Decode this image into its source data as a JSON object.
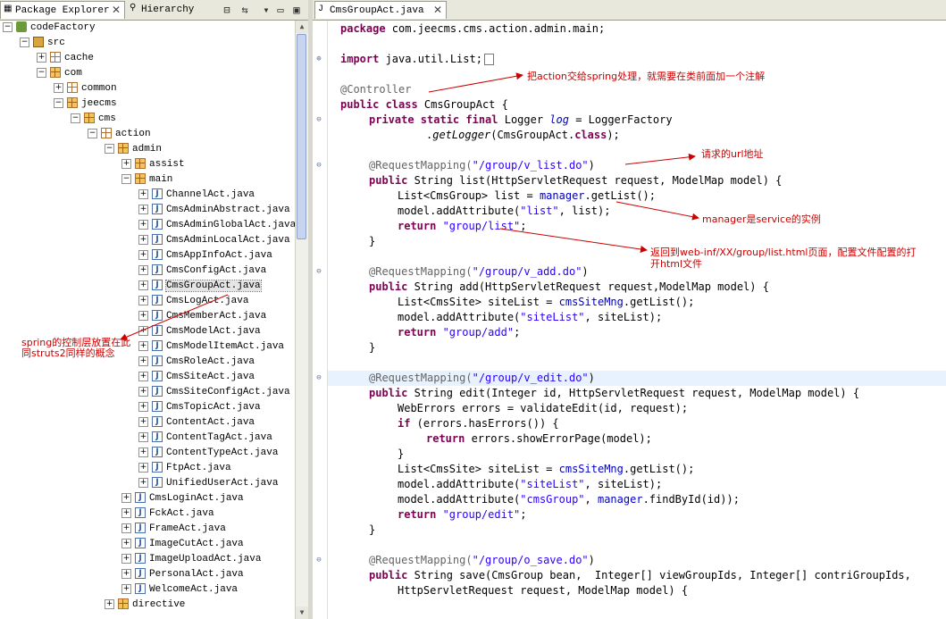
{
  "left_tabs": {
    "package_explorer": "Package Explorer",
    "hierarchy": "Hierarchy"
  },
  "tree": {
    "project": "codeFactory",
    "src": "src",
    "cache": "cache",
    "com": "com",
    "common": "common",
    "jeecms": "jeecms",
    "cms": "cms",
    "action": "action",
    "admin": "admin",
    "assist": "assist",
    "main": "main",
    "main_files": [
      "ChannelAct.java",
      "CmsAdminAbstract.java",
      "CmsAdminGlobalAct.java",
      "CmsAdminLocalAct.java",
      "CmsAppInfoAct.java",
      "CmsConfigAct.java",
      "CmsGroupAct.java",
      "CmsLogAct.java",
      "CmsMemberAct.java",
      "CmsModelAct.java",
      "CmsModelItemAct.java",
      "CmsRoleAct.java",
      "CmsSiteAct.java",
      "CmsSiteConfigAct.java",
      "CmsTopicAct.java",
      "ContentAct.java",
      "ContentTagAct.java",
      "ContentTypeAct.java",
      "FtpAct.java",
      "UnifiedUserAct.java"
    ],
    "admin_files": [
      "CmsLoginAct.java",
      "FckAct.java",
      "FrameAct.java",
      "ImageCutAct.java",
      "ImageUploadAct.java",
      "PersonalAct.java",
      "WelcomeAct.java"
    ],
    "directive": "directive"
  },
  "editor_tab": "CmsGroupAct.java",
  "code": {
    "l1_kw": "package",
    "l1_rest": " com.jeecms.cms.action.admin.main;",
    "l3_kw": "import",
    "l3_rest": " java.util.List;",
    "l5": "@Controller",
    "l6_kw": "public class",
    "l6_rest": " CmsGroupAct {",
    "l7_kw": "private static final",
    "l7_rest1": " Logger ",
    "l7_fld": "log",
    "l7_rest2": " = LoggerFactory",
    "l8_a": ".",
    "l8_b": "getLogger",
    "l8_c": "(CmsGroupAct.",
    "l8_kw": "class",
    "l8_d": ");",
    "m1_ann": "@RequestMapping(",
    "m1_str": "\"/group/v_list.do\"",
    "m1_close": ")",
    "m1_sig_kw": "public",
    "m1_sig": " String list(HttpServletRequest request, ModelMap model) {",
    "m1_b1_a": "List<CmsGroup> list = ",
    "m1_b1_fld": "manager",
    "m1_b1_b": ".getList();",
    "m1_b2_a": "model.addAttribute(",
    "m1_b2_str": "\"list\"",
    "m1_b2_b": ", list);",
    "m1_b3_kw": "return",
    "m1_b3_str": " \"group/list\"",
    "m1_b3_b": ";",
    "brace": "}",
    "m2_str": "\"/group/v_add.do\"",
    "m2_sig": " String add(HttpServletRequest request,ModelMap model) {",
    "m2_b1_a": "List<CmsSite> siteList = ",
    "m2_b1_fld": "cmsSiteMng",
    "m2_b1_b": ".getList();",
    "m2_b2_a": "model.addAttribute(",
    "m2_b2_str": "\"siteList\"",
    "m2_b2_b": ", siteList);",
    "m2_b3_str": " \"group/add\"",
    "m3_str": "\"/group/v_edit.do\"",
    "m3_sig": " String edit(Integer id, HttpServletRequest request, ModelMap model) {",
    "m3_b1": "WebErrors errors = validateEdit(id, request);",
    "m3_b2_kw": "if",
    "m3_b2": " (errors.hasErrors()) {",
    "m3_b3_kw": "return",
    "m3_b3": " errors.showErrorPage(model);",
    "m3_b4_a": "List<CmsSite> siteList = ",
    "m3_b4_fld": "cmsSiteMng",
    "m3_b4_b": ".getList();",
    "m3_b5_a": "model.addAttribute(",
    "m3_b5_str": "\"siteList\"",
    "m3_b5_b": ", siteList);",
    "m3_b6_a": "model.addAttribute(",
    "m3_b6_str": "\"cmsGroup\"",
    "m3_b6_b": ", ",
    "m3_b6_fld": "manager",
    "m3_b6_c": ".findById(id));",
    "m3_b7_str": " \"group/edit\"",
    "m4_str": "\"/group/o_save.do\"",
    "m4_sig": " String save(CmsGroup bean,  Integer[] viewGroupIds, Integer[] contriGroupIds,",
    "m4_b1": "HttpServletRequest request, ModelMap model) {"
  },
  "notes": {
    "controller": "把action交给spring处理，就需要在类前面加一个注解",
    "url": "请求的url地址",
    "manager": "manager是service的实例",
    "return_line1": "返回到web-inf/XX/group/list.html页面，配置文件配置的打",
    "return_line2": "开html文件",
    "spring_line1": "spring的控制层放置在此",
    "spring_line2": "同struts2同样的概念"
  },
  "colors": {
    "keyword": "#7f0055",
    "string": "#2a00ff",
    "annotation": "#646464",
    "field": "#0000c0",
    "note": "#cc0000"
  }
}
